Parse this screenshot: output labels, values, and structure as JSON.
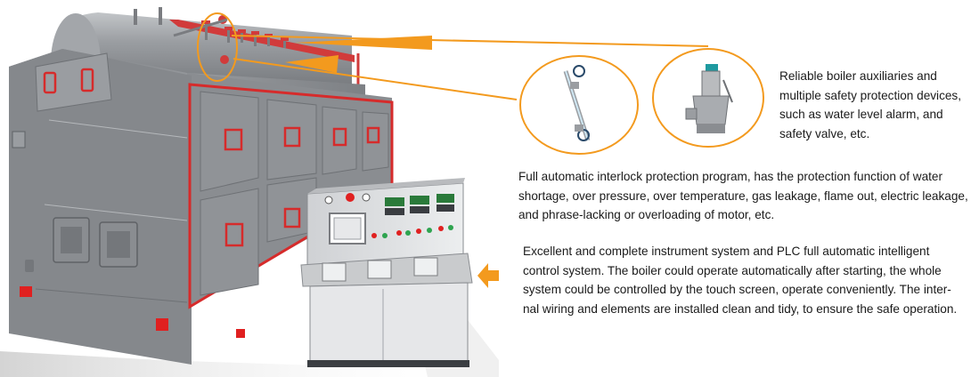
{
  "callouts": {
    "auxiliaries": {
      "lines": [
        "Reliable boiler auxiliaries and",
        "multiple safety protection devices,",
        "such as water level alarm, and",
        "safety valve, etc."
      ]
    },
    "interlock": {
      "lines": [
        "Full automatic interlock protection program, has the protection function of water",
        "shortage, over pressure, over temperature, gas leakage, flame out, electric leakage,",
        "and phrase-lacking or overloading of motor, etc."
      ]
    },
    "instrument": {
      "lines": [
        "Excellent and complete instrument system and PLC full automatic intelligent",
        "control system. The boiler could operate automatically after starting, the whole",
        "system could be controlled by the touch screen, operate conveniently. The inter-",
        "nal wiring and elements are installed clean and tidy, to ensure the safe operation."
      ]
    }
  },
  "colors": {
    "accent_orange": "#f39a1e",
    "boiler_gray": "#8f9296",
    "warning_red": "#e02020",
    "panel_gray": "#d9dadc"
  },
  "icons": {
    "level_gauge": "water-level-gauge-icon",
    "safety_valve": "safety-valve-icon",
    "arrow": "orange-arrow-icon"
  }
}
